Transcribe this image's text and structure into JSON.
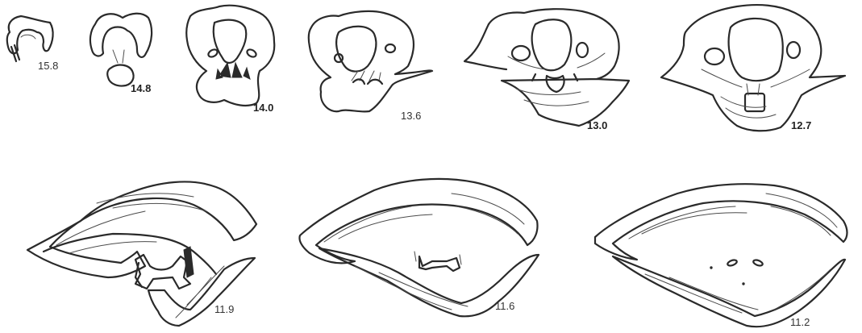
{
  "figure": {
    "sections": [
      {
        "id": "s1",
        "label": "15.8"
      },
      {
        "id": "s2",
        "label": "14.8"
      },
      {
        "id": "s3",
        "label": "14.0"
      },
      {
        "id": "s4",
        "label": "13.6"
      },
      {
        "id": "s5",
        "label": "13.0"
      },
      {
        "id": "s6",
        "label": "12.7"
      },
      {
        "id": "s7",
        "label": "11.9"
      },
      {
        "id": "s8",
        "label": "11.6"
      },
      {
        "id": "s9",
        "label": "11.2"
      }
    ]
  }
}
